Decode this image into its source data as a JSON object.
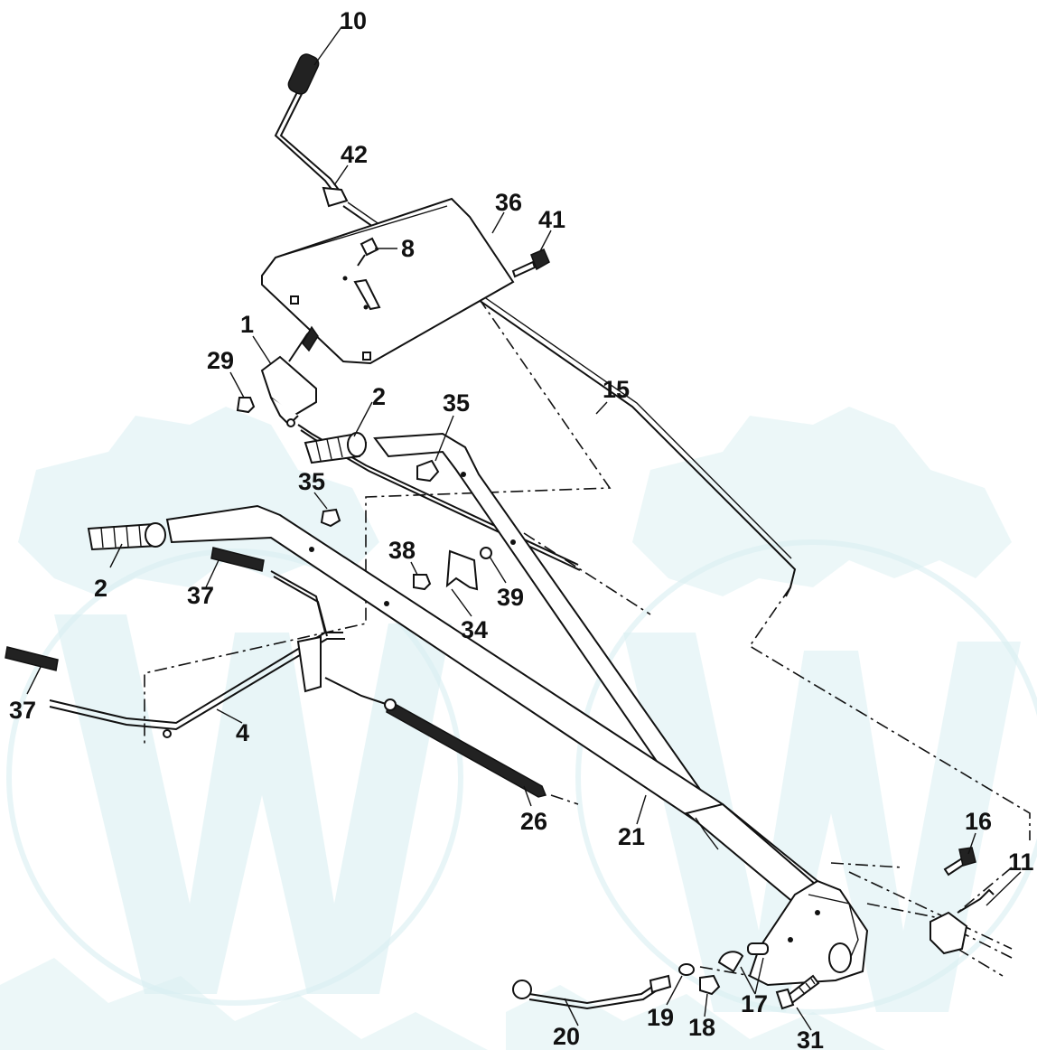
{
  "diagram": {
    "callouts": [
      {
        "id": "c10",
        "label": "10"
      },
      {
        "id": "c42",
        "label": "42"
      },
      {
        "id": "c36",
        "label": "36"
      },
      {
        "id": "c41",
        "label": "41"
      },
      {
        "id": "c8",
        "label": "8"
      },
      {
        "id": "c1",
        "label": "1"
      },
      {
        "id": "c29",
        "label": "29"
      },
      {
        "id": "c2a",
        "label": "2"
      },
      {
        "id": "c35a",
        "label": "35"
      },
      {
        "id": "c15",
        "label": "15"
      },
      {
        "id": "c35b",
        "label": "35"
      },
      {
        "id": "c2b",
        "label": "2"
      },
      {
        "id": "c37a",
        "label": "37"
      },
      {
        "id": "c38",
        "label": "38"
      },
      {
        "id": "c39",
        "label": "39"
      },
      {
        "id": "c34",
        "label": "34"
      },
      {
        "id": "c37b",
        "label": "37"
      },
      {
        "id": "c4",
        "label": "4"
      },
      {
        "id": "c26",
        "label": "26"
      },
      {
        "id": "c21",
        "label": "21"
      },
      {
        "id": "c16",
        "label": "16"
      },
      {
        "id": "c11",
        "label": "11"
      },
      {
        "id": "c17",
        "label": "17"
      },
      {
        "id": "c19",
        "label": "19"
      },
      {
        "id": "c18",
        "label": "18"
      },
      {
        "id": "c20",
        "label": "20"
      },
      {
        "id": "c31",
        "label": "31"
      }
    ]
  }
}
